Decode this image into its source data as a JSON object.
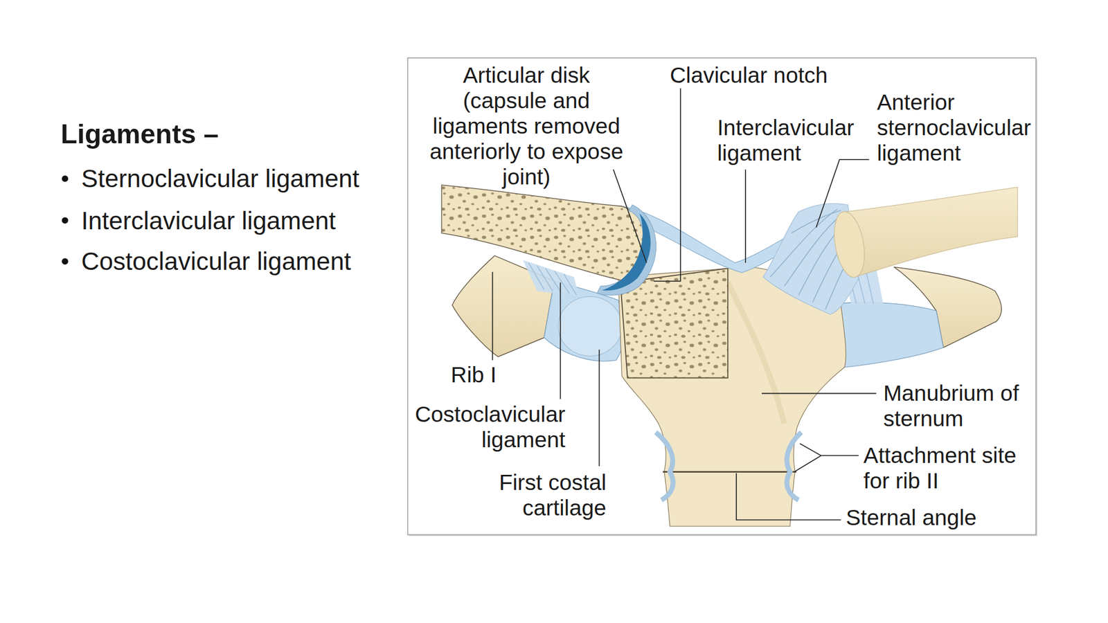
{
  "diagram": {
    "title": "Ligaments –",
    "labels": [
      "Sternoclavicular ligament",
      "Interclavicular ligament",
      "Costoclavicular ligament",
      "Articular disk (capsule and ligaments removed anteriorly to expose joint)",
      "Clavicular notch",
      "Interclavicular ligament",
      "Anterior sternoclavicular ligament",
      "Rib I",
      "Manubrium of sternum",
      "Costoclavicular ligament",
      "Attachment site for rib II",
      "First costal cartilage",
      "Sternal angle"
    ]
  }
}
